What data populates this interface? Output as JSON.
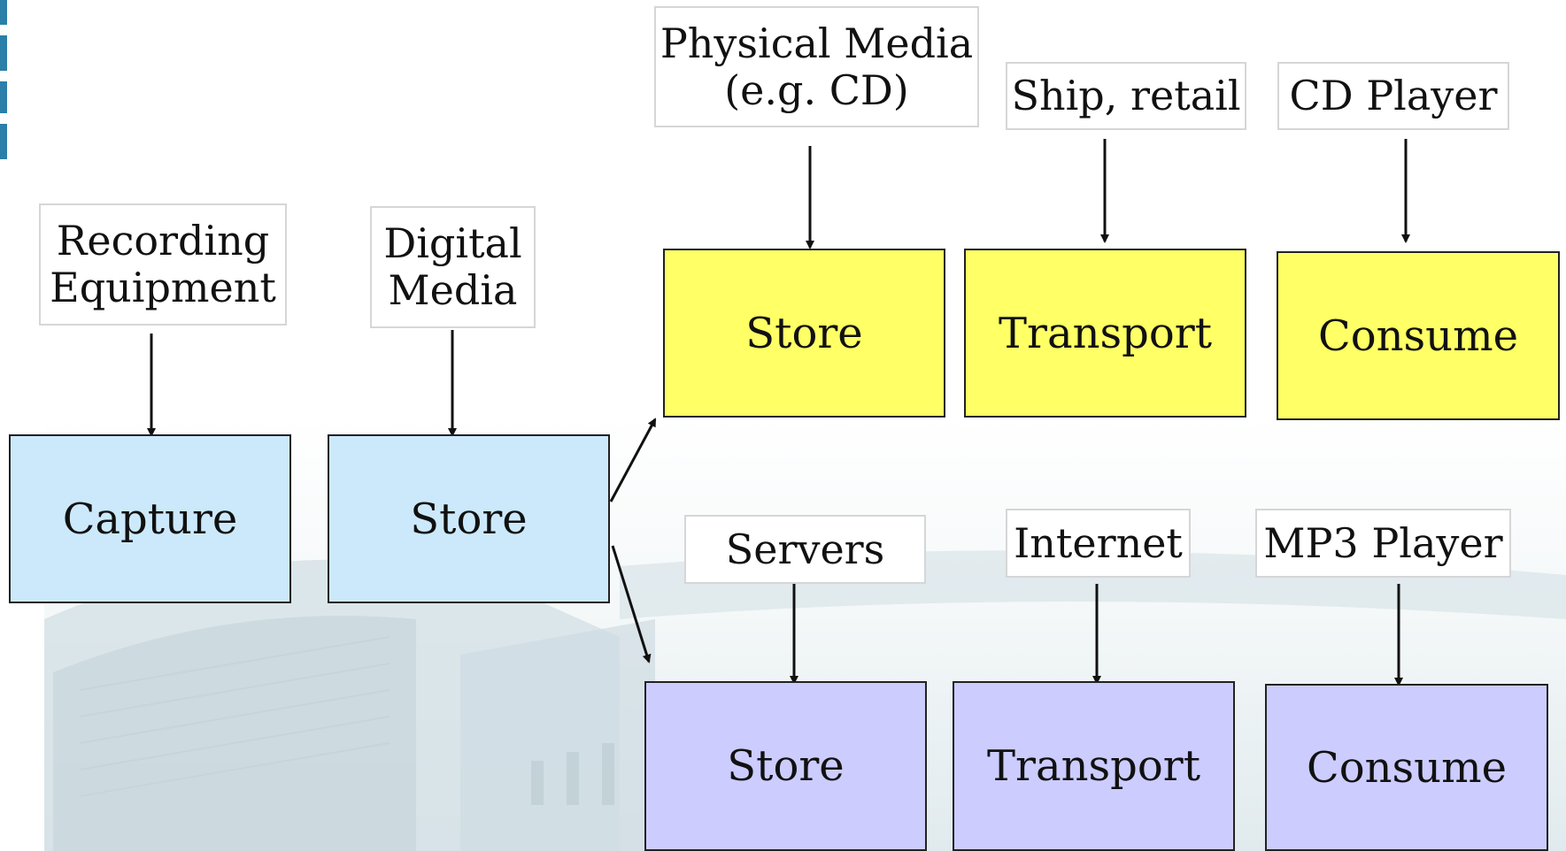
{
  "colors": {
    "capture_stage": "#cce9fb",
    "physical_path": "#ffff66",
    "digital_path": "#ccccff",
    "label_border": "#d6d6d6",
    "arrow": "#111111"
  },
  "source_stages": {
    "capture": {
      "label": "Capture",
      "resource": [
        "Recording",
        "Equipment"
      ]
    },
    "store": {
      "label": "Store",
      "resource": [
        "Digital",
        "Media"
      ]
    }
  },
  "physical_path": {
    "store": {
      "label": "Store",
      "resource": [
        "Physical Media",
        "(e.g. CD)"
      ]
    },
    "transport": {
      "label": "Transport",
      "resource": [
        "Ship, retail"
      ]
    },
    "consume": {
      "label": "Consume",
      "resource": [
        "CD Player"
      ]
    }
  },
  "digital_path": {
    "store": {
      "label": "Store",
      "resource": [
        "Servers"
      ]
    },
    "transport": {
      "label": "Transport",
      "resource": [
        "Internet"
      ]
    },
    "consume": {
      "label": "Consume",
      "resource": [
        "MP3 Player"
      ]
    }
  }
}
